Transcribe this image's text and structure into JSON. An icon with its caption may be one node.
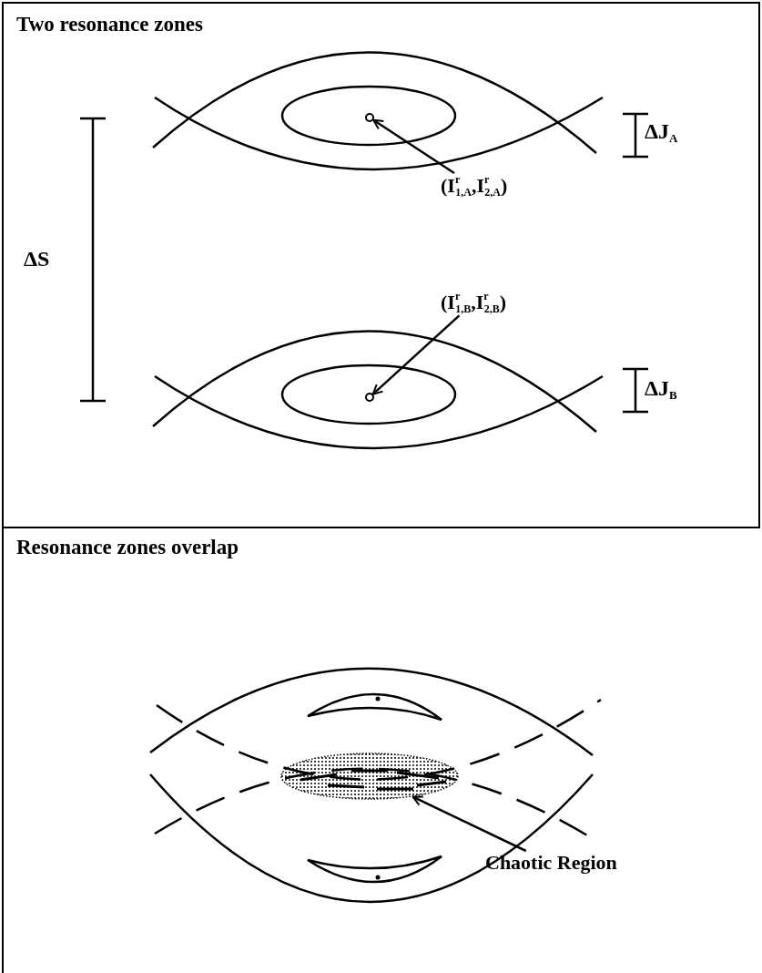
{
  "diagram": {
    "nodes": [
      {
        "text": [
          "Two resonance zones"
        ]
      },
      {
        "text": [
          "(I$^{r}$$_{1,A}$,I$^{r}$$_{2,A}$)"
        ],
        "in": 0
      },
      {
        "text": [],
        "shape": "circle",
        "in": 0
      },
      {
        "text": [
          "(I$^{r}$$_{1,B}$,I$^{r}$$_{2,B}$)"
        ],
        "in": 0
      },
      {
        "text": [],
        "shape": "circle",
        "in": 0
      },
      {
        "text": [
          "Resonance zones overlap"
        ]
      },
      {
        "text": [
          "Chaotic Region"
        ],
        "in": 5
      },
      {
        "text": [],
        "shape": "ellipse",
        "in": 5
      }
    ],
    "edges": [
      {
        "from": 1,
        "to": 2,
        "arrow": "to"
      },
      {
        "from": 3,
        "to": 4,
        "arrow": "to"
      },
      {
        "from": 6,
        "to": 7,
        "arrow": "to"
      }
    ],
    "labels": [
      "ΔS",
      "ΔJ$_{A}$",
      "ΔJ$_{B}$"
    ]
  }
}
